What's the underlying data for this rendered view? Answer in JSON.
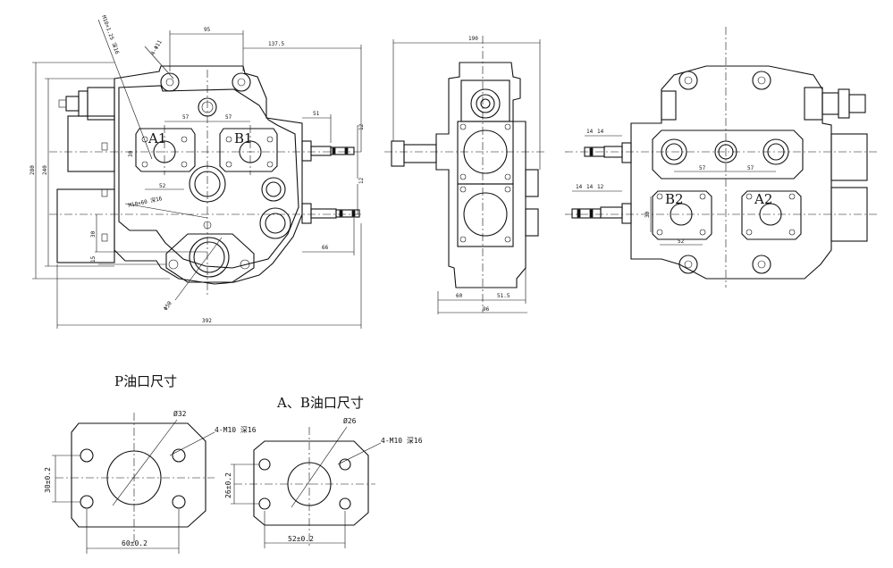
{
  "front_view": {
    "dims": {
      "top_95": "95",
      "top_137_5": "137.5",
      "hole_4_m10": "4-Φ11",
      "note_m10_deep": "M10×1.25 深16",
      "left_280": "280",
      "left_240": "240",
      "a_57": "57",
      "b_57": "57",
      "port_30": "30",
      "port_52": "52",
      "r_51": "51",
      "r_12a": "12",
      "r_12b": "12",
      "r_66": "66",
      "m10_note2": "M10×60 深16",
      "l_30": "30",
      "l_15": "15",
      "diam_note": "Φ50",
      "bottom_392": "392"
    },
    "labels": {
      "a1": "A1",
      "b1": "B1"
    }
  },
  "side_view": {
    "dims": {
      "top_190": "190",
      "b_60": "60",
      "b_51_5": "51.5",
      "b_96": "96"
    }
  },
  "rear_view": {
    "dims": {
      "d_14a": "14",
      "d_14b": "14",
      "d_14c": "14",
      "d_14d": "14",
      "d_12": "12",
      "c_57a": "57",
      "c_57b": "57",
      "p_30": "30",
      "p_52": "52"
    },
    "labels": {
      "b2": "B2",
      "a2": "A2"
    }
  },
  "p_port": {
    "title": "P油口尺寸",
    "diam": "Ø32",
    "thread": "4-M10 深16",
    "height": "30±0.2",
    "width": "60±0.2"
  },
  "ab_port": {
    "title": "A、B油口尺寸",
    "diam": "Ø26",
    "thread": "4-M10 深16",
    "height": "26±0.2",
    "width": "52±0.2"
  }
}
